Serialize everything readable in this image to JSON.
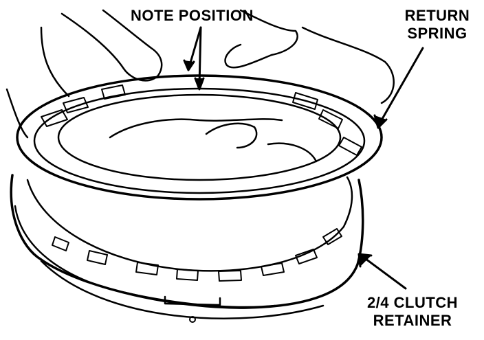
{
  "figure": {
    "labels": {
      "note_position": "NOTE POSITION",
      "return_spring_line1": "RETURN",
      "return_spring_line2": "SPRING",
      "clutch_retainer_line1": "2/4 CLUTCH",
      "clutch_retainer_line2": "RETAINER"
    },
    "colors": {
      "ink": "#000000",
      "paper": "#ffffff"
    }
  }
}
